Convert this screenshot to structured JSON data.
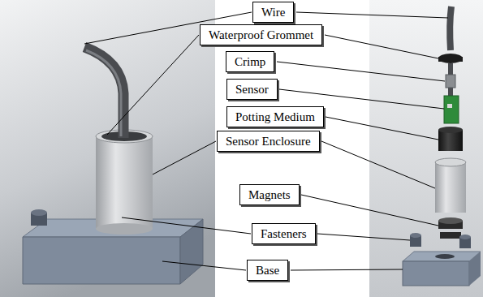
{
  "diagram": {
    "nodes": [
      {
        "text": [
          "Wire"
        ]
      },
      {
        "text": [
          "Waterproof Grommet"
        ]
      },
      {
        "text": [
          "Crimp"
        ]
      },
      {
        "text": [
          "Sensor"
        ]
      },
      {
        "text": [
          "Potting Medium"
        ]
      },
      {
        "text": [
          "Sensor Enclosure"
        ]
      },
      {
        "text": [
          "Magnets"
        ]
      },
      {
        "text": [
          "Fasteners"
        ]
      },
      {
        "text": [
          "Base"
        ]
      }
    ]
  }
}
